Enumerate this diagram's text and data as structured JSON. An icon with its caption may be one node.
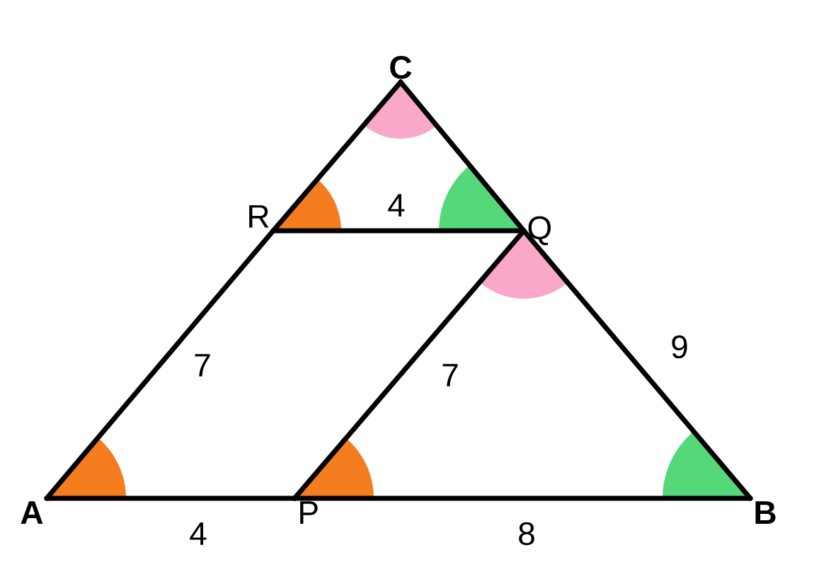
{
  "diagram": {
    "nodes": [
      {
        "text": [
          "C"
        ]
      },
      {
        "text": [
          "R"
        ]
      },
      {
        "text": [
          "Q"
        ]
      },
      {
        "text": [
          "A"
        ]
      },
      {
        "text": [
          "P"
        ]
      },
      {
        "text": [
          "B"
        ]
      }
    ],
    "edges": [
      {
        "from": 3,
        "to": 4,
        "arrow": "none",
        "label": "4"
      },
      {
        "from": 4,
        "to": 5,
        "arrow": "none",
        "label": "8"
      },
      {
        "from": 3,
        "to": 1,
        "arrow": "none",
        "label": "7"
      },
      {
        "from": 1,
        "to": 0,
        "arrow": "none"
      },
      {
        "from": 0,
        "to": 2,
        "arrow": "none"
      },
      {
        "from": 2,
        "to": 5,
        "arrow": "none",
        "label": "9"
      },
      {
        "from": 1,
        "to": 2,
        "arrow": "none",
        "label": "4"
      },
      {
        "from": 4,
        "to": 2,
        "arrow": "none",
        "label": "7"
      }
    ]
  }
}
